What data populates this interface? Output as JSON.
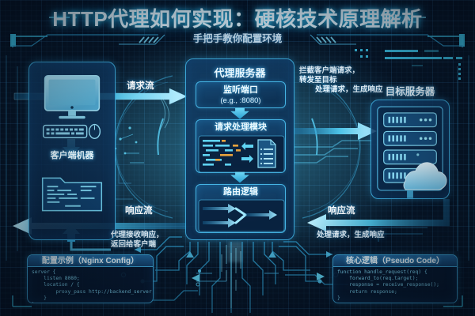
{
  "header": {
    "title": "HTTP代理如何实现：硬核技术原理解析",
    "subtitle": "手把手教你配置环境"
  },
  "client": {
    "label": "客户端机器",
    "icons": [
      "monitor-icon",
      "keyboard-icon",
      "mouse-icon",
      "document-icon"
    ]
  },
  "proxy": {
    "title": "代理服务器",
    "listen": {
      "line1": "监听端口",
      "line2": "(e.g., :8080)"
    },
    "handler": {
      "title": "请求处理模块"
    },
    "router": {
      "title": "路由逻辑"
    }
  },
  "target": {
    "title": "目标服务器",
    "icons": [
      "server-rack-icon",
      "cloud-icon"
    ]
  },
  "flows": {
    "request": "请求流",
    "response_left": "响应流",
    "response_right": "响应流"
  },
  "notes": {
    "intercept": "拦截客户端请求，\n转发至目标",
    "process_top": "处理请求，生成响应",
    "proxy_return": "代理接收响应，\n返回给客户端",
    "process_bottom": "处理请求，生成响应"
  },
  "code_left": {
    "title": "配置示例（Nginx Config）",
    "body": "server {\n    listen 8080;\n    location / {\n        proxy_pass http://backend_server;\n    }\n}"
  },
  "code_right": {
    "title": "核心逻辑（Pseudo Code）",
    "body": "function handle_request(req) {\n    forward_to(req.target);\n    response = receive_response();\n    return response;\n}"
  },
  "colors": {
    "accent_cyan": "#3fd0f5",
    "accent_blue": "#3ba7d8",
    "bg_dark": "#061527",
    "panel_fill": "#123e68",
    "code_orange": "#e8a33d",
    "text_light": "#eaf8ff"
  }
}
